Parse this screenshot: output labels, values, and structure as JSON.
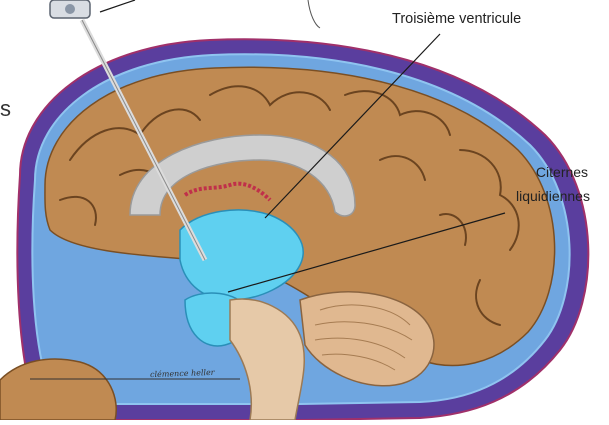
{
  "labels": {
    "third_ventricle": "Troisième ventricule",
    "cisterns_line1": "Citernes",
    "cisterns_line2": "liquidiennes",
    "edge_fragment": "s"
  },
  "signature": "clémence heller",
  "colors": {
    "skull_band": "#5a3e9e",
    "skull_outline": "#a0306a",
    "brain_tissue": "#c08a52",
    "csf": "#5fd0f0",
    "corpus_callosum": "#cfcfcf",
    "cerebellum": "#e0b890",
    "leader_line": "#1a1a1a"
  }
}
